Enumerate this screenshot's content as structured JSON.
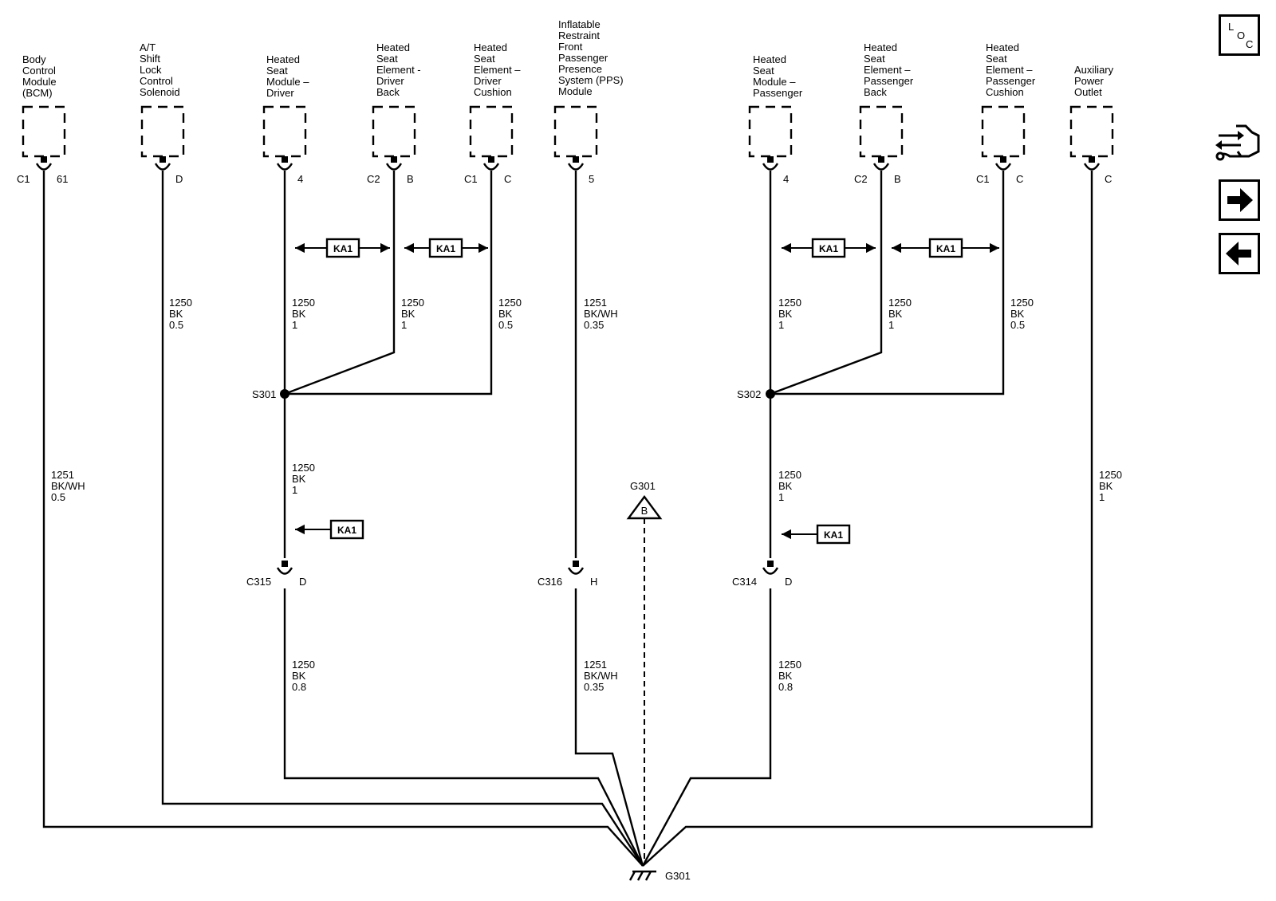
{
  "components": [
    {
      "id": "bcm",
      "lines": [
        "Body",
        "Control",
        "Module",
        "(BCM)"
      ],
      "connector": "C1",
      "pin": "61",
      "wire": [
        "1251",
        "BK/WH",
        "0.5"
      ]
    },
    {
      "id": "at-shift",
      "lines": [
        "A/T",
        "Shift",
        "Lock",
        "Control",
        "Solenoid"
      ],
      "connector": "",
      "pin": "D",
      "wire": [
        "1250",
        "BK",
        "0.5"
      ]
    },
    {
      "id": "hsm-driver",
      "lines": [
        "Heated",
        "Seat",
        "Module –",
        "Driver"
      ],
      "connector": "",
      "pin": "4",
      "wire": [
        "1250",
        "BK",
        "1"
      ]
    },
    {
      "id": "hse-driver-back",
      "lines": [
        "Heated",
        "Seat",
        "Element -",
        "Driver",
        "Back"
      ],
      "connector": "C2",
      "pin": "B",
      "wire": [
        "1250",
        "BK",
        "1"
      ]
    },
    {
      "id": "hse-driver-cushion",
      "lines": [
        "Heated",
        "Seat",
        "Element –",
        "Driver",
        "Cushion"
      ],
      "connector": "C1",
      "pin": "C",
      "wire": [
        "1250",
        "BK",
        "0.5"
      ]
    },
    {
      "id": "pps",
      "lines": [
        "Inflatable",
        "Restraint",
        "Front",
        "Passenger",
        "Presence",
        "System (PPS)",
        "Module"
      ],
      "connector": "",
      "pin": "5",
      "wire": [
        "1251",
        "BK/WH",
        "0.35"
      ]
    },
    {
      "id": "hsm-passenger",
      "lines": [
        "Heated",
        "Seat",
        "Module –",
        "Passenger"
      ],
      "connector": "",
      "pin": "4",
      "wire": [
        "1250",
        "BK",
        "1"
      ]
    },
    {
      "id": "hse-pass-back",
      "lines": [
        "Heated",
        "Seat",
        "Element –",
        "Passenger",
        "Back"
      ],
      "connector": "C2",
      "pin": "B",
      "wire": [
        "1250",
        "BK",
        "1"
      ]
    },
    {
      "id": "hse-pass-cushion",
      "lines": [
        "Heated",
        "Seat",
        "Element –",
        "Passenger",
        "Cushion"
      ],
      "connector": "C1",
      "pin": "C",
      "wire": [
        "1250",
        "BK",
        "0.5"
      ]
    },
    {
      "id": "aux-outlet",
      "lines": [
        "Auxiliary",
        "Power",
        "Outlet"
      ],
      "connector": "",
      "pin": "C",
      "wire": [
        "1250",
        "BK",
        "1"
      ]
    }
  ],
  "splices": {
    "driver": "S301",
    "passenger": "S302"
  },
  "lower_wires": {
    "driver_mid": [
      "1250",
      "BK",
      "1"
    ],
    "driver_low": [
      "1250",
      "BK",
      "0.8"
    ],
    "pps_low": [
      "1251",
      "BK/WH",
      "0.35"
    ],
    "passenger_mid": [
      "1250",
      "BK",
      "1"
    ],
    "passenger_low": [
      "1250",
      "BK",
      "0.8"
    ]
  },
  "inline_connectors": [
    {
      "id": "c315",
      "name": "C315",
      "pin": "D"
    },
    {
      "id": "c316",
      "name": "C316",
      "pin": "H"
    },
    {
      "id": "c314",
      "name": "C314",
      "pin": "D"
    }
  ],
  "ground": {
    "name": "G301",
    "ref_name": "G301",
    "ref_letter": "B"
  },
  "ka1_label": "KA1",
  "nav": {
    "loc_letters": [
      "L",
      "O",
      "C"
    ],
    "icons": [
      "wiring-harness-icon",
      "arrow-right-icon",
      "arrow-left-icon"
    ]
  }
}
